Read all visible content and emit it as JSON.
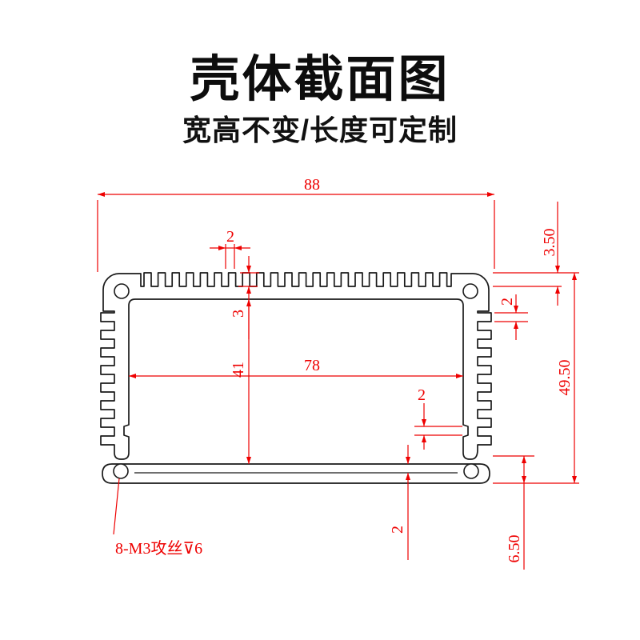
{
  "header": {
    "title": "壳体截面图",
    "subtitle": "宽高不变/长度可定制"
  },
  "drawing": {
    "type": "technical-cross-section",
    "dims": {
      "overall_width": "88",
      "fin_pitch_top": "2",
      "fin_height": "3",
      "top_cap_height": "3.50",
      "side_fin_pitch": "2",
      "inner_width": "78",
      "inner_height": "41",
      "overall_height": "49.50",
      "bottom_slot": "2",
      "plate_web": "2",
      "plate_bottom_height": "6.50",
      "tap_note": "8-M3攻丝⊽6"
    },
    "colors": {
      "dimension": "#ee0000",
      "outline": "#1a1a1a"
    }
  }
}
